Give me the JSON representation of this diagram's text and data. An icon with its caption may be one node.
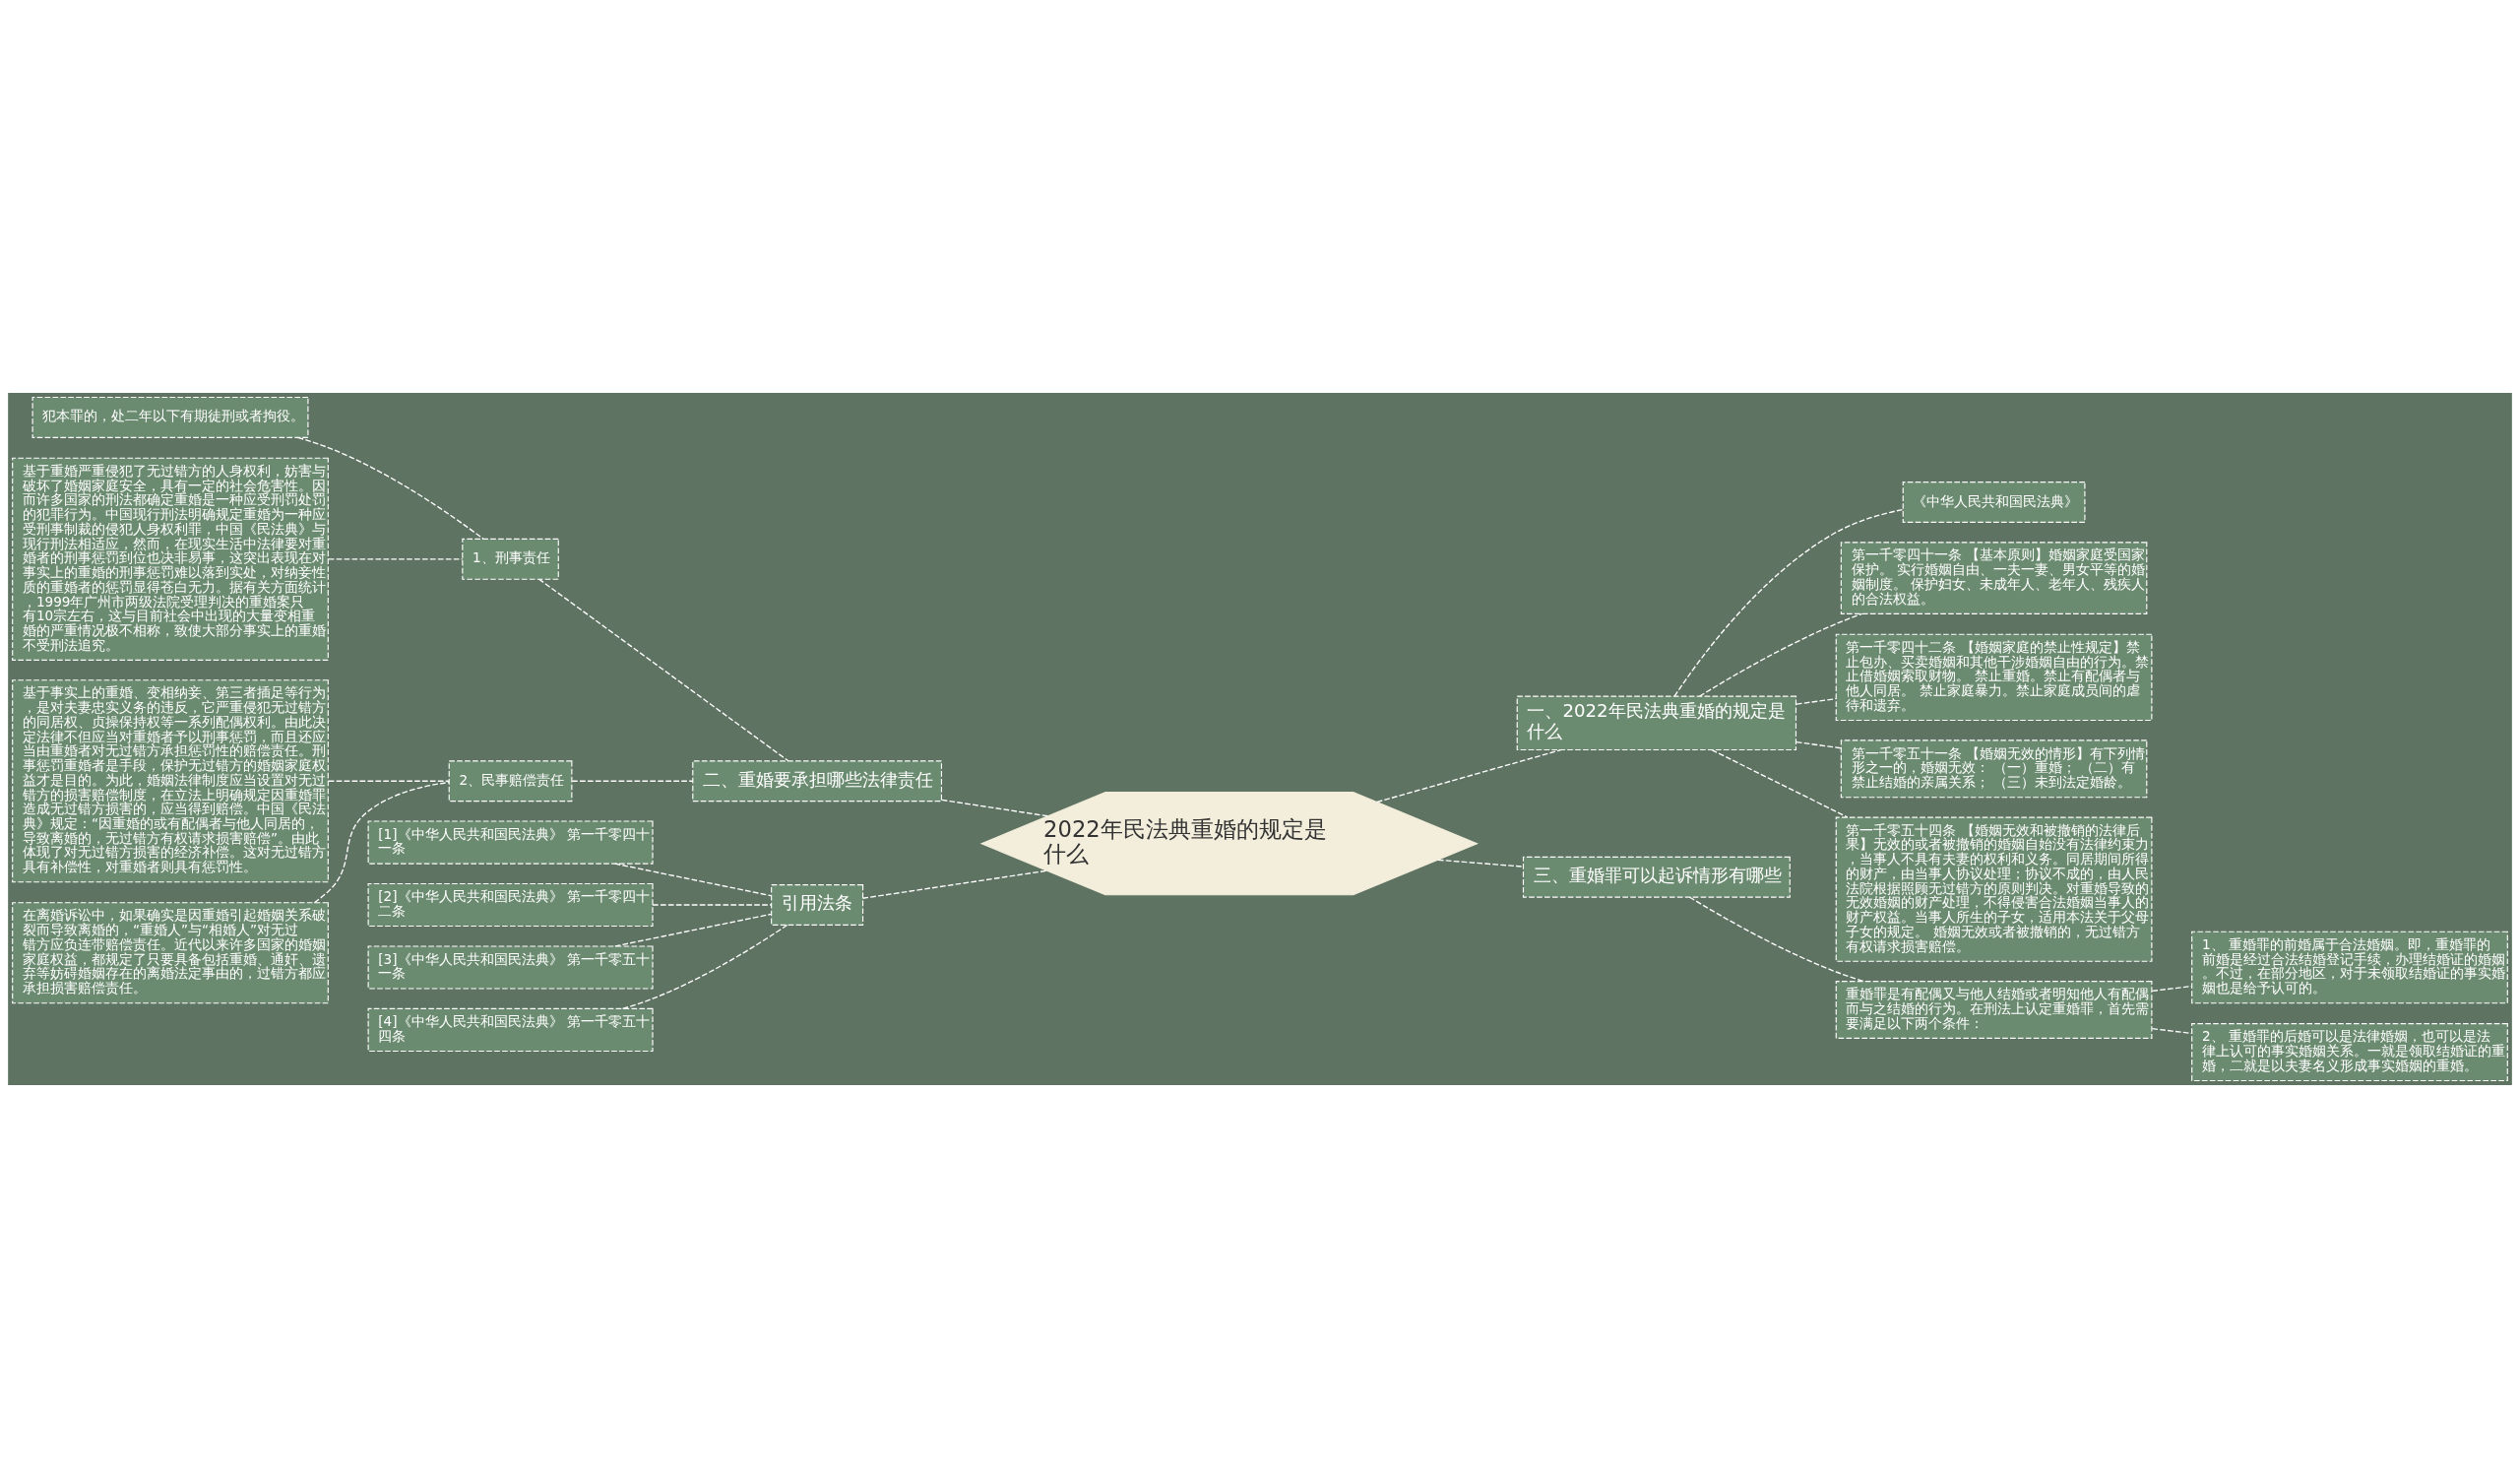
{
  "diagram": {
    "nodes": [
      {
        "text": [
          "2022年民法典重婚的规定是什么"
        ]
      },
      {
        "text": [
          "一、2022年民法典重婚的规定是什么"
        ]
      },
      {
        "text": [
          "《中华人民共和国民法典》"
        ]
      },
      {
        "text": [
          "第一千零四十一条 【基本原则】婚姻家庭受国家保护。 实行婚姻自由、一夫一妻、男女平等的婚姻制度。 保护妇女、未成年人、老年人、残疾人的合法权益。"
        ]
      },
      {
        "text": [
          "第一千零四十二条 【婚姻家庭的禁止性规定】禁止包办、买卖婚姻和其他干涉婚姻自由的行为。禁止借婚姻索取财物。 禁止重婚。禁止有配偶者与他人同居。 禁止家庭暴力。禁止家庭成员间的虐待和遗弃。"
        ]
      },
      {
        "text": [
          "第一千零五十一条 【婚姻无效的情形】有下列情形之一的，婚姻无效： （一）重婚； （二）有禁止结婚的亲属关系； （三）未到法定婚龄。"
        ]
      },
      {
        "text": [
          "第一千零五十四条 【婚姻无效和被撤销的法律后果】无效的或者被撤销的婚姻自始没有法律约束力，当事人不具有夫妻的权利和义务。同居期间所得的财产，由当事人协议处理；协议不成的，由人民法院根据照顾无过错方的原则判决。对重婚导致的无效婚姻的财产处理，不得侵害合法婚姻当事人的财产权益。当事人所生的子女，适用本法关于父母子女的规定。 婚姻无效或者被撤销的，无过错方有权请求损害赔偿。"
        ]
      },
      {
        "text": [
          "三、重婚罪可以起诉情形有哪些"
        ]
      },
      {
        "text": [
          "重婚罪是有配偶又与他人结婚或者明知他人有配偶而与之结婚的行为。在刑法上认定重婚罪，首先需要满足以下两个条件："
        ]
      },
      {
        "text": [
          "1、 重婚罪的前婚属于合法婚姻。即，重婚罪的前婚是经过合法结婚登记手续，办理结婚证的婚姻。不过，在部分地区，对于未领取结婚证的事实婚姻也是给予认可的。"
        ]
      },
      {
        "text": [
          "2、 重婚罪的后婚可以是法律婚姻，也可以是法律上认可的事实婚姻关系。一就是领取结婚证的重婚，二就是以夫妻名义形成事实婚姻的重婚。"
        ]
      },
      {
        "text": [
          "二、重婚要承担哪些法律责任"
        ]
      },
      {
        "text": [
          "1、刑事责任"
        ]
      },
      {
        "text": [
          "犯本罪的，处二年以下有期徒刑或者拘役。"
        ]
      },
      {
        "text": [
          "基于重婚严重侵犯了无过错方的人身权利，妨害与破坏了婚姻家庭安全，具有一定的社会危害性。因而许多国家的刑法都确定重婚是一种应受刑罚处罚的犯罪行为。中国现行刑法明确规定重婚为一种应受刑事制裁的侵犯人身权利罪，中国《民法典》与现行刑法相适应，然而，在现实生活中法律要对重婚者的刑事惩罚到位也决非易事，这突出表现在对事实上的重婚的刑事惩罚难以落到实处，对纳妾性质的重婚者的惩罚显得苍白无力。据有关方面统计，1999年广州市两级法院受理判决的重婚案只有10宗左右，这与目前社会中出现的大量变相重婚的严重情况极不相称，致使大部分事实上的重婚不受刑法追究。"
        ]
      },
      {
        "text": [
          "2、民事赔偿责任"
        ]
      },
      {
        "text": [
          "基于事实上的重婚、变相纳妾、第三者插足等行为，是对夫妻忠实义务的违反，它严重侵犯无过错方的同居权、贞操保持权等一系列配偶权利。由此决定法律不但应当对重婚者予以刑事惩罚，而且还应当由重婚者对无过错方承担惩罚性的赔偿责任。刑事惩罚重婚者是手段，保护无过错方的婚姻家庭权益才是目的。为此，婚姻法律制度应当设置对无过错方的损害赔偿制度，在立法上明确规定因重婚罪造成无过错方损害的，应当得到赔偿。中国《民法典》规定：“因重婚的或有配偶者与他人同居的，导致离婚的，无过错方有权请求损害赔偿”。由此体现了对无过错方损害的经济补偿。这对无过错方具有补偿性，对重婚者则具有惩罚性。"
        ]
      },
      {
        "text": [
          "在离婚诉讼中，如果确实是因重婚引起婚姻关系破裂而导致离婚的，“重婚人”与“相婚人”对无过错方应负连带赔偿责任。近代以来许多国家的婚姻家庭权益，都规定了只要具备包括重婚、通奸、遗弃等妨碍婚姻存在的离婚法定事由的，过错方都应承担损害赔偿责任。"
        ]
      },
      {
        "text": [
          "引用法条"
        ]
      },
      {
        "text": [
          "[1]《中华人民共和国民法典》 第一千零四十一条"
        ]
      },
      {
        "text": [
          "[2]《中华人民共和国民法典》 第一千零四十二条"
        ]
      },
      {
        "text": [
          "[3]《中华人民共和国民法典》 第一千零五十一条"
        ]
      },
      {
        "text": [
          "[4]《中华人民共和国民法典》 第一千零五十四条"
        ]
      }
    ],
    "edges": [
      {
        "from": 0,
        "to": 1,
        "arrow": "none",
        "style": "dashed"
      },
      {
        "from": 1,
        "to": 2,
        "arrow": "none",
        "style": "dashed"
      },
      {
        "from": 1,
        "to": 3,
        "arrow": "none",
        "style": "dashed"
      },
      {
        "from": 1,
        "to": 4,
        "arrow": "none",
        "style": "dashed"
      },
      {
        "from": 1,
        "to": 5,
        "arrow": "none",
        "style": "dashed"
      },
      {
        "from": 1,
        "to": 6,
        "arrow": "none",
        "style": "dashed"
      },
      {
        "from": 0,
        "to": 7,
        "arrow": "none",
        "style": "dashed"
      },
      {
        "from": 7,
        "to": 8,
        "arrow": "none",
        "style": "dashed"
      },
      {
        "from": 8,
        "to": 9,
        "arrow": "none",
        "style": "dashed"
      },
      {
        "from": 8,
        "to": 10,
        "arrow": "none",
        "style": "dashed"
      },
      {
        "from": 0,
        "to": 11,
        "arrow": "none",
        "style": "dashed"
      },
      {
        "from": 11,
        "to": 12,
        "arrow": "none",
        "style": "dashed"
      },
      {
        "from": 12,
        "to": 13,
        "arrow": "none",
        "style": "dashed"
      },
      {
        "from": 12,
        "to": 14,
        "arrow": "none",
        "style": "dashed"
      },
      {
        "from": 11,
        "to": 15,
        "arrow": "none",
        "style": "dashed"
      },
      {
        "from": 15,
        "to": 16,
        "arrow": "none",
        "style": "dashed"
      },
      {
        "from": 15,
        "to": 17,
        "arrow": "none",
        "style": "dashed"
      },
      {
        "from": 0,
        "to": 18,
        "arrow": "none",
        "style": "dashed"
      },
      {
        "from": 18,
        "to": 19,
        "arrow": "none",
        "style": "dashed"
      },
      {
        "from": 18,
        "to": 20,
        "arrow": "none",
        "style": "dashed"
      },
      {
        "from": 18,
        "to": 21,
        "arrow": "none",
        "style": "dashed"
      },
      {
        "from": 18,
        "to": 22,
        "arrow": "none",
        "style": "dashed"
      }
    ]
  }
}
